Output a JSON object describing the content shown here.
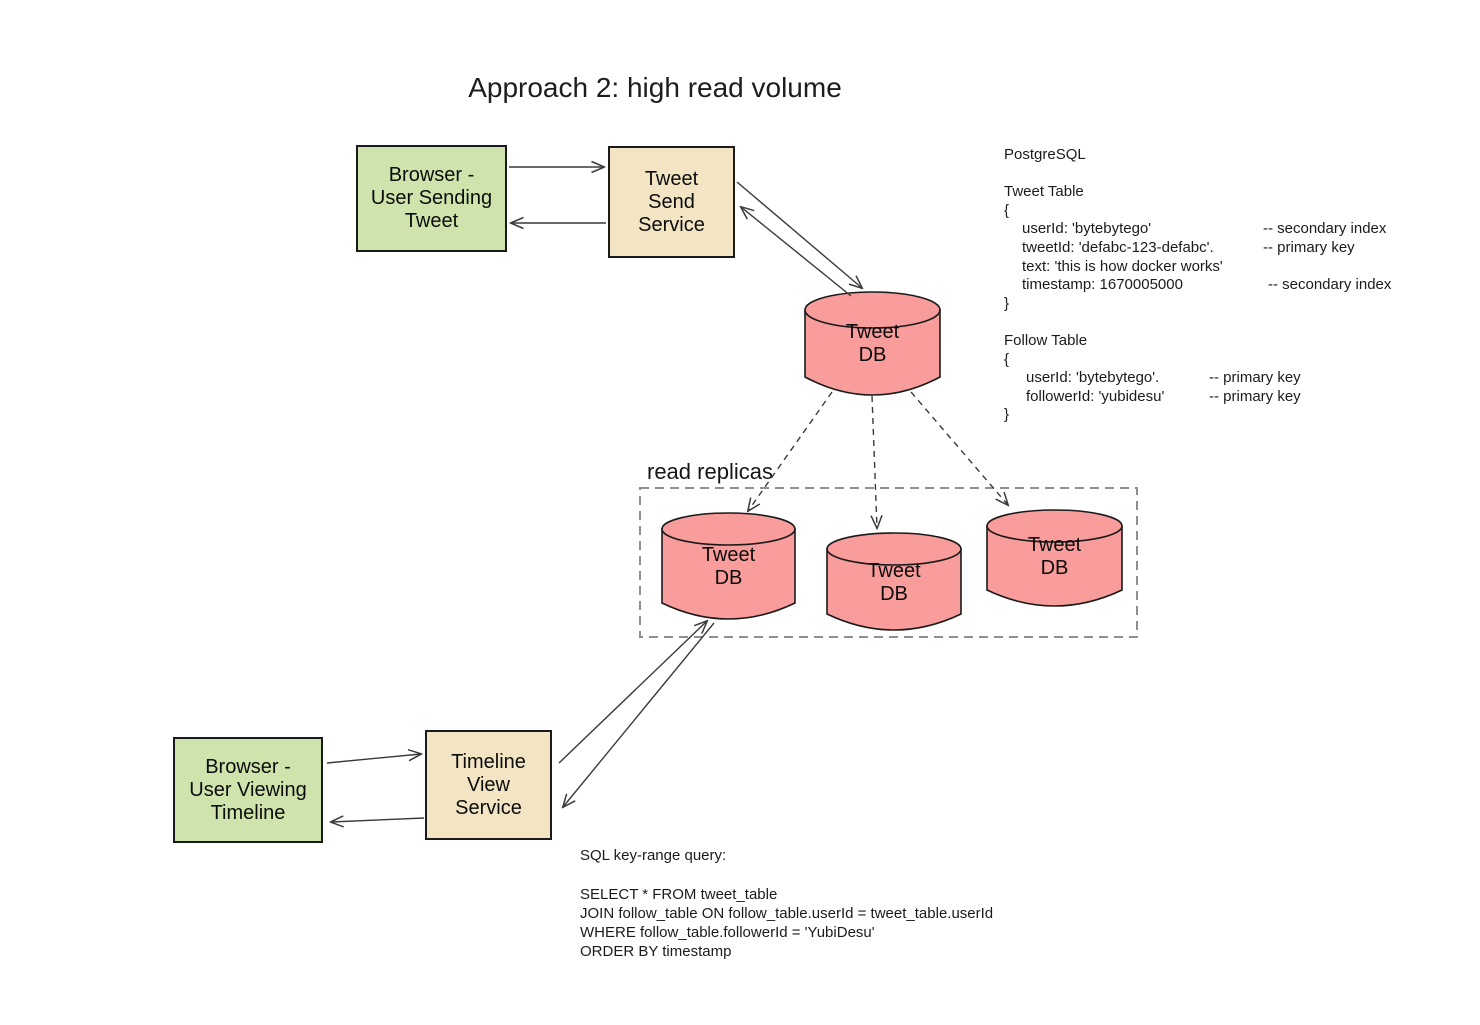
{
  "title": "Approach 2: high read volume",
  "nodes": {
    "browser_sending": {
      "line1": "Browser -",
      "line2": "User Sending",
      "line3": "Tweet"
    },
    "tweet_send_service": {
      "line1": "Tweet",
      "line2": "Send",
      "line3": "Service"
    },
    "tweet_db_primary": {
      "line1": "Tweet",
      "line2": "DB"
    },
    "tweet_db_replica1": {
      "line1": "Tweet",
      "line2": "DB"
    },
    "tweet_db_replica2": {
      "line1": "Tweet",
      "line2": "DB"
    },
    "tweet_db_replica3": {
      "line1": "Tweet",
      "line2": "DB"
    },
    "browser_viewing": {
      "line1": "Browser -",
      "line2": "User Viewing",
      "line3": "Timeline"
    },
    "timeline_view_service": {
      "line1": "Timeline",
      "line2": "View",
      "line3": "Service"
    }
  },
  "replica_group_label": "read replicas",
  "postgres": {
    "heading": "PostgreSQL",
    "tweet_table": {
      "title": "Tweet Table",
      "brace_open": "{",
      "rows": [
        {
          "field": "userId: 'bytebytego'",
          "comment": "-- secondary index"
        },
        {
          "field": "tweetId: 'defabc-123-defabc'.",
          "comment": "-- primary key"
        },
        {
          "field": "text: 'this is how docker works'",
          "comment": ""
        },
        {
          "field": "timestamp: 1670005000",
          "comment": "-- secondary index"
        }
      ],
      "brace_close": "}"
    },
    "follow_table": {
      "title": "Follow Table",
      "brace_open": "{",
      "rows": [
        {
          "field": "userId: 'bytebytego'.",
          "comment": "-- primary key"
        },
        {
          "field": "followerId: 'yubidesu'",
          "comment": "-- primary key"
        }
      ],
      "brace_close": "}"
    }
  },
  "sql": {
    "heading": "SQL key-range query:",
    "line1": "SELECT * FROM tweet_table",
    "line2": "JOIN follow_table ON follow_table.userId = tweet_table.userId",
    "line3": "WHERE follow_table.followerId = 'YubiDesu'",
    "line4": "ORDER BY timestamp"
  },
  "colors": {
    "browser_box": "#cee4ac",
    "service_box": "#f3e5c4",
    "db_cylinder": "#f99c9c",
    "outline": "#1a1a1a",
    "arrow": "#3a3a3a",
    "replica_group_border": "#8f8f8f",
    "background": "#ffffff"
  }
}
